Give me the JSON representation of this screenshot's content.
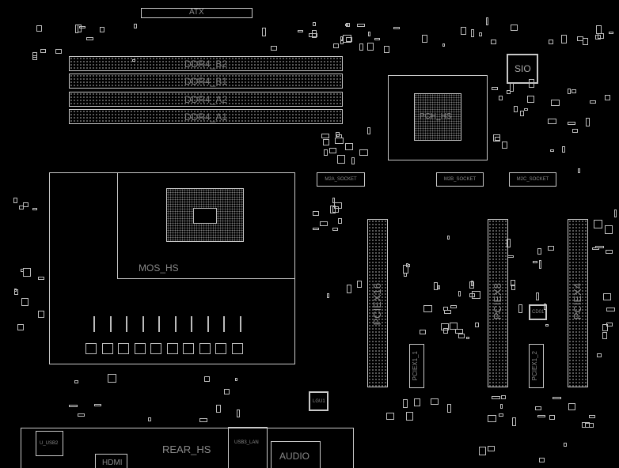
{
  "board": {
    "atx_label": "ATX",
    "dimm_slots": [
      "DDR4_B2",
      "DDR4_B1",
      "DDR4_A2",
      "DDR4_A1"
    ],
    "sio_label": "SIO",
    "pch_label": "PCH_HS",
    "mos_label": "MOS_HS",
    "m2_sockets": [
      "M2A_SOCKET",
      "M2B_SOCKET",
      "M2C_SOCKET"
    ],
    "pcie_slots": [
      "PCIEX16",
      "PCIEX8",
      "PCIEX4"
    ],
    "pcie_x1_slots": [
      "PCIEX1_1",
      "PCIEX1_2"
    ],
    "rear_label": "REAR_HS",
    "hdmi_label": "HDMI",
    "usb_lan_label": "USB3_LAN",
    "audio_label": "AUDIO",
    "lan_chip_label": "LGU1",
    "codec_label": "CD01",
    "usb_left_label": "U_USB2"
  }
}
